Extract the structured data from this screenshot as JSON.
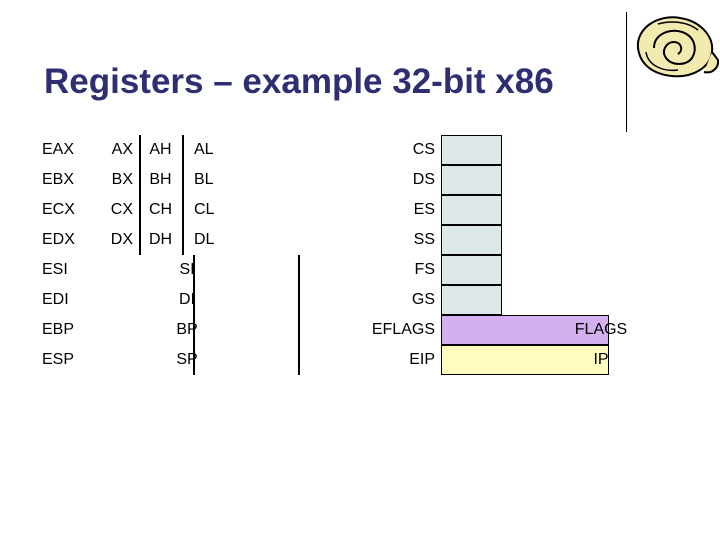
{
  "title": "Registers – example 32-bit x86",
  "general": [
    {
      "name": "EAX",
      "x": "AX",
      "h": "AH",
      "l": "AL"
    },
    {
      "name": "EBX",
      "x": "BX",
      "h": "BH",
      "l": "BL"
    },
    {
      "name": "ECX",
      "x": "CX",
      "h": "CH",
      "l": "CL"
    },
    {
      "name": "EDX",
      "x": "DX",
      "h": "DH",
      "l": "DL"
    }
  ],
  "index": [
    {
      "name": "ESI",
      "sub": "SI"
    },
    {
      "name": "EDI",
      "sub": "DI"
    },
    {
      "name": "EBP",
      "sub": "BP"
    },
    {
      "name": "ESP",
      "sub": "SP"
    }
  ],
  "segments": [
    "CS",
    "DS",
    "ES",
    "SS",
    "FS",
    "GS"
  ],
  "eflags": {
    "label": "EFLAGS",
    "sub": "FLAGS"
  },
  "eip": {
    "label": "EIP",
    "sub": "IP"
  },
  "colors": {
    "title": "#2e2e72",
    "segment_fill": "#dfe8e8",
    "flags_fill": "#d4b0f0",
    "ip_fill": "#fffcc0",
    "border": "#000000"
  },
  "logo_icon": "scroll-icon"
}
